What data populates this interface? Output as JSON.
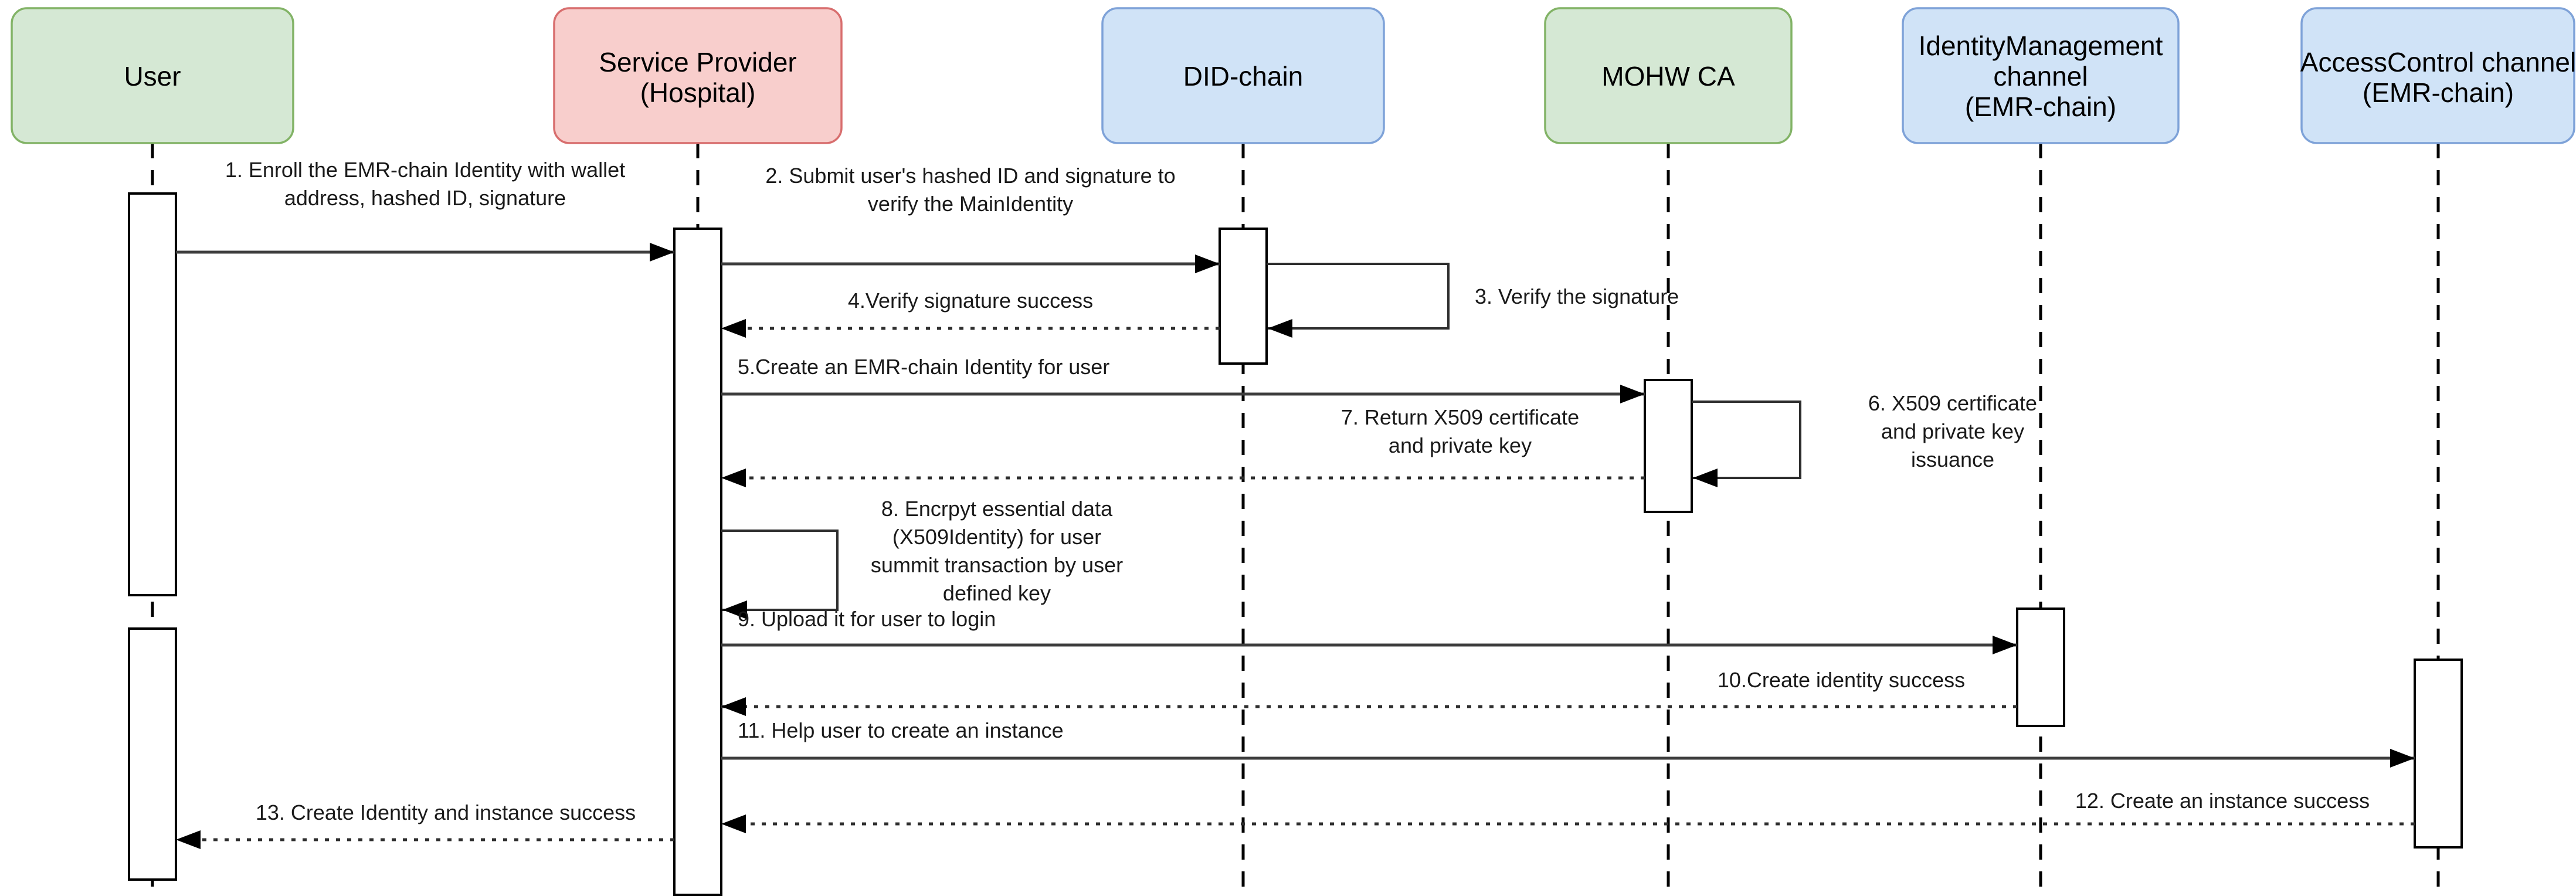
{
  "diagram_type": "uml-sequence-diagram",
  "colors": {
    "background": "#ffffff",
    "actor_green_fill": "#d5e8d4",
    "actor_green_border": "#82b366",
    "actor_red_fill": "#f8cecc",
    "actor_red_border": "#d86e6e",
    "actor_blue_fill": "#d0e3f7",
    "actor_blue_border": "#7ea2d8",
    "message_line": "#3d3d3d",
    "text": "#1a1a1a"
  },
  "actors": [
    {
      "id": "user",
      "lines": [
        "User"
      ],
      "fill": "#d5e8d4",
      "border": "#82b366"
    },
    {
      "id": "service-provider",
      "lines": [
        "Service Provider",
        "(Hospital)"
      ],
      "fill": "#f8cecc",
      "border": "#d86e6e"
    },
    {
      "id": "did-chain",
      "lines": [
        "DID-chain"
      ],
      "fill": "#d0e3f7",
      "border": "#7ea2d8"
    },
    {
      "id": "mohw-ca",
      "lines": [
        "MOHW CA"
      ],
      "fill": "#d5e8d4",
      "border": "#82b366"
    },
    {
      "id": "identity-management-channel",
      "lines": [
        "IdentityManagement",
        "channel",
        "(EMR-chain)"
      ],
      "fill": "#d0e3f7",
      "border": "#7ea2d8"
    },
    {
      "id": "access-control-channel",
      "lines": [
        "AccessControl channel",
        "(EMR-chain)"
      ],
      "fill": "#d0e3f7",
      "border": "#7ea2d8"
    }
  ],
  "messages": [
    {
      "num": "1",
      "type": "solid",
      "from": "user",
      "to": "service-provider",
      "lines": [
        "1. Enroll the EMR-chain Identity with wallet",
        "address, hashed ID, signature"
      ]
    },
    {
      "num": "2",
      "type": "solid",
      "from": "service-provider",
      "to": "did-chain",
      "lines": [
        "2. Submit user's hashed ID and signature to",
        "verify the MainIdentity"
      ]
    },
    {
      "num": "3",
      "type": "self",
      "from": "did-chain",
      "to": "did-chain",
      "lines": [
        "3. Verify the signature"
      ]
    },
    {
      "num": "4",
      "type": "dashed-return",
      "from": "did-chain",
      "to": "service-provider",
      "lines": [
        "4.Verify signature success"
      ]
    },
    {
      "num": "5",
      "type": "solid",
      "from": "service-provider",
      "to": "mohw-ca",
      "lines": [
        "5.Create an EMR-chain Identity for user"
      ]
    },
    {
      "num": "6",
      "type": "self",
      "from": "mohw-ca",
      "to": "mohw-ca",
      "lines": [
        "6. X509 certificate",
        "and private key",
        "issuance"
      ]
    },
    {
      "num": "7",
      "type": "dashed-return",
      "from": "mohw-ca",
      "to": "service-provider",
      "lines": [
        "7. Return X509 certificate",
        "and private key"
      ]
    },
    {
      "num": "8",
      "type": "self",
      "from": "service-provider",
      "to": "service-provider",
      "lines": [
        "8. Encrpyt essential data",
        "(X509Identity) for user",
        "summit transaction by user",
        "defined key"
      ]
    },
    {
      "num": "9",
      "type": "solid",
      "from": "service-provider",
      "to": "identity-management-channel",
      "lines": [
        "9. Upload it for user to login"
      ]
    },
    {
      "num": "10",
      "type": "dashed-return",
      "from": "identity-management-channel",
      "to": "service-provider",
      "lines": [
        "10.Create identity success"
      ]
    },
    {
      "num": "11",
      "type": "solid",
      "from": "service-provider",
      "to": "access-control-channel",
      "lines": [
        "11. Help user to create an instance"
      ]
    },
    {
      "num": "12",
      "type": "dashed-return",
      "from": "access-control-channel",
      "to": "service-provider",
      "lines": [
        "12. Create an instance success"
      ]
    },
    {
      "num": "13",
      "type": "dashed-return",
      "from": "service-provider",
      "to": "user",
      "lines": [
        "13. Create Identity and instance success"
      ]
    }
  ]
}
